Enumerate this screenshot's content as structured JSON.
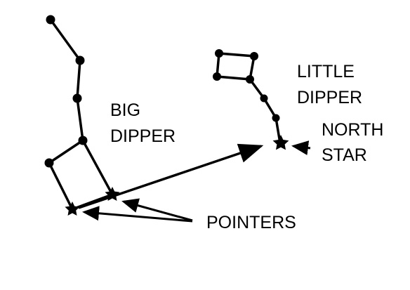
{
  "labels": {
    "big_dipper_line1": "BIG",
    "big_dipper_line2": "DIPPER",
    "little_dipper_line1": "LITTLE",
    "little_dipper_line2": "DIPPER",
    "north_star_line1": "NORTH",
    "north_star_line2": "STAR",
    "pointers": "POINTERS"
  },
  "colors": {
    "ink": "#000000",
    "background": "#ffffff"
  }
}
